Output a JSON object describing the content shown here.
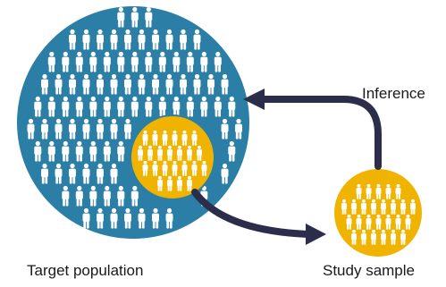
{
  "labels": {
    "target_population": "Target population",
    "study_sample": "Study sample",
    "inference": "Inference"
  },
  "colors": {
    "population_fill": "#2b7ea6",
    "sample_fill": "#f0b400",
    "person_fill": "#ffffff",
    "arrow": "#2b2d4a",
    "text": "#1a1a1a"
  },
  "icons": {
    "person": "person-icon",
    "arrow": "arrow-icon"
  }
}
